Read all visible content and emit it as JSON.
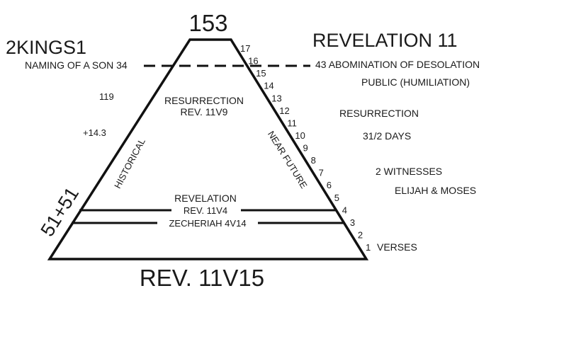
{
  "top_number": "153",
  "left_title": "2KINGS1",
  "right_title": "REVELATION 11",
  "bottom_title": "REV. 11V15",
  "left_side_label": "51+51",
  "left_notes": {
    "naming": "NAMING OF A SON 34",
    "n119": "119",
    "n14": "+14.3"
  },
  "right_notes": {
    "abomination": "43 ABOMINATION OF DESOLATION",
    "public": "PUBLIC (HUMILIATION)",
    "resurrection": "RESURRECTION",
    "days": "31/2 DAYS",
    "witnesses": "2 WITNESSES",
    "elijah": "ELIJAH & MOSES",
    "verses": "VERSES"
  },
  "inner": {
    "resurrection": "RESURRECTION",
    "resurrection_ref": "REV. 11V9",
    "historical": "HISTORICAL",
    "near_future": "NEAR FUTURE",
    "revelation": "REVELATION",
    "revelation_ref": "REV. 11V4",
    "zechariah": "ZECHERIAH 4V14"
  },
  "verse_numbers": [
    "1",
    "2",
    "3",
    "4",
    "5",
    "6",
    "7",
    "8",
    "9",
    "10",
    "11",
    "12",
    "13",
    "14",
    "15",
    "16",
    "17"
  ]
}
